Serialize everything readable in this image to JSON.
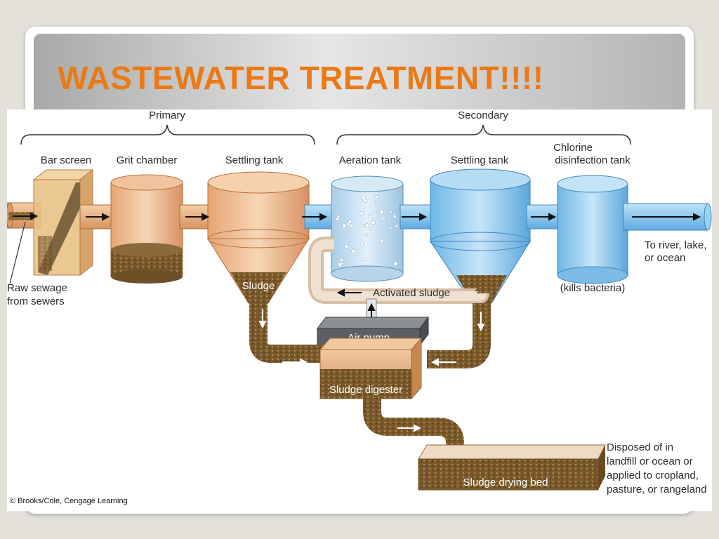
{
  "slide": {
    "title": "WASTEWATER TREATMENT!!!!"
  },
  "diagram": {
    "stages": {
      "primary": "Primary",
      "secondary": "Secondary"
    },
    "units": {
      "bar_screen": "Bar screen",
      "grit_chamber": "Grit chamber",
      "settling_tank_primary": "Settling tank",
      "aeration_tank": "Aeration tank",
      "settling_tank_secondary": "Settling tank",
      "chlorine_line1": "Chlorine",
      "chlorine_line2": "disinfection tank"
    },
    "labels": {
      "raw_sewage_line1": "Raw sewage",
      "raw_sewage_line2": "from sewers",
      "outlet_line1": "To river, lake,",
      "outlet_line2": "or ocean",
      "kills_bacteria": "(kills bacteria)",
      "sludge": "Sludge",
      "activated_sludge": "Activated sludge",
      "air_pump": "Air pump",
      "sludge_digester": "Sludge digester",
      "sludge_drying_bed": "Sludge drying bed",
      "disposal_line1": "Disposed of in",
      "disposal_line2": "landfill or ocean or",
      "disposal_line3": "applied to cropland,",
      "disposal_line4": "pasture, or rangeland"
    },
    "credit": "© Brooks/Cole, Cengage Learning"
  },
  "colors": {
    "title": "#ea7a16",
    "sludge": "#7a5a2c",
    "water": "#8cc8ec",
    "raw_pipe": "#e9b98a"
  }
}
